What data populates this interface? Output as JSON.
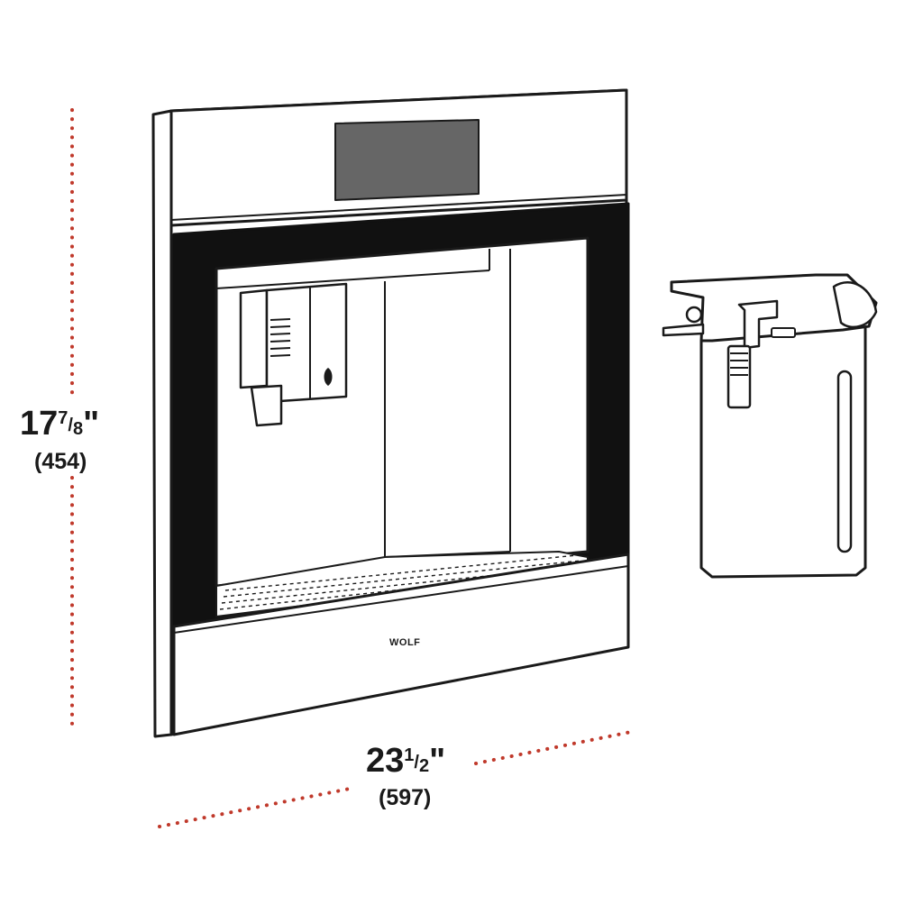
{
  "dimensions": {
    "height": {
      "whole": "17",
      "numerator": "7",
      "slash": "/",
      "denominator": "8",
      "unit": "\"",
      "metric": "(454)"
    },
    "width": {
      "whole": "23",
      "numerator": "1",
      "slash": "/",
      "denominator": "2",
      "unit": "\"",
      "metric": "(597)"
    }
  },
  "brand": "WOLF",
  "colors": {
    "dimension_line": "#c0392b",
    "outline": "#1a1a1a",
    "display": "#666666",
    "frame": "#111111"
  }
}
